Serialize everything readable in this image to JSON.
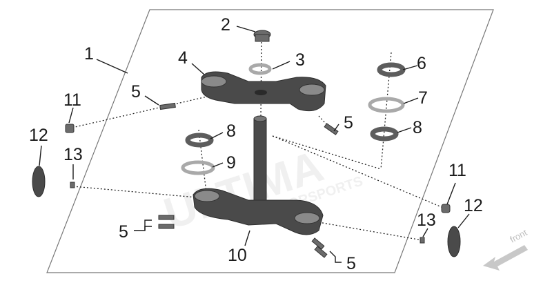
{
  "diagram": {
    "watermark_main": "ULTIMA",
    "watermark_sub": "MOTORSPORTS",
    "front_label": "front",
    "callouts": {
      "c1": "1",
      "c2": "2",
      "c3": "3",
      "c4": "4",
      "c5a": "5",
      "c5b": "5",
      "c5c": "5",
      "c5d": "5",
      "c6": "6",
      "c7": "7",
      "c8a": "8",
      "c8b": "8",
      "c9": "9",
      "c10": "10",
      "c11a": "11",
      "c11b": "11",
      "c12a": "12",
      "c12b": "12",
      "c13a": "13",
      "c13b": "13"
    },
    "colors": {
      "part": "#4a4a4a",
      "line": "#1a1a1a",
      "plane": "#777777",
      "arrow": "#c8c8c8"
    }
  }
}
